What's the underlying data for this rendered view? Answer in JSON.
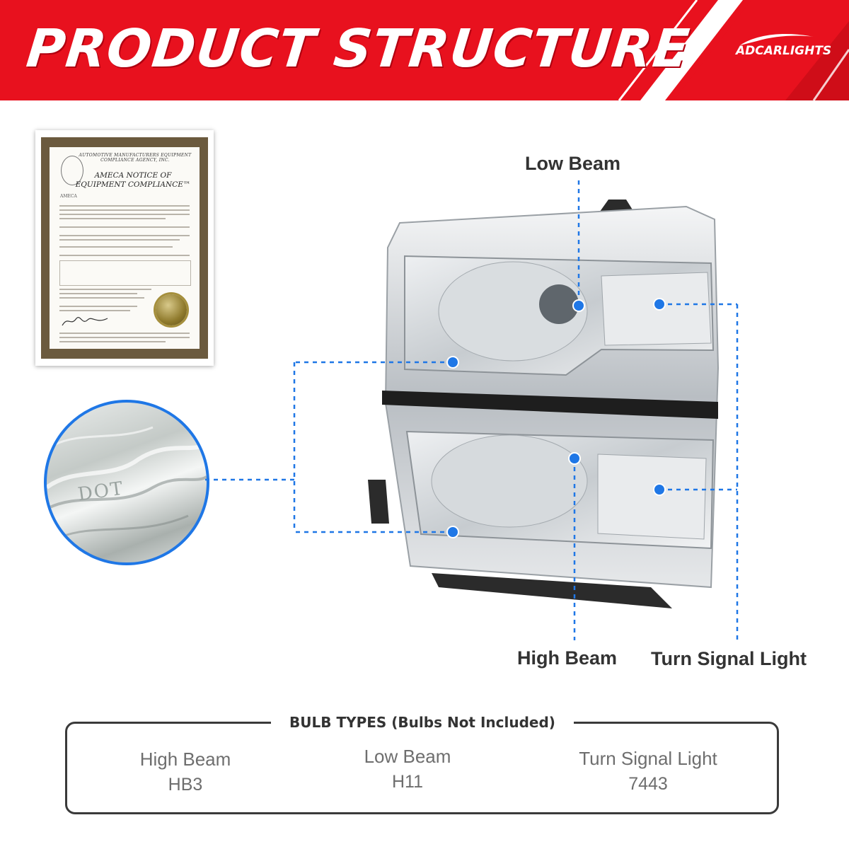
{
  "header": {
    "title": "PRODUCT STRUCTURE",
    "brand": "ADCARLIGHTS",
    "colors": {
      "banner_red": "#e8111e",
      "accent_blue": "#1f77e6"
    }
  },
  "certificate": {
    "organization": "AUTOMOTIVE MANUFACTURERS EQUIPMENT COMPLIANCE AGENCY, INC.",
    "heading_line1": "AMECA NOTICE OF",
    "heading_line2": "EQUIPMENT COMPLIANCE™",
    "logo_label": "AMECA"
  },
  "lens_detail": {
    "marking": "DOT"
  },
  "callouts": {
    "low_beam": "Low Beam",
    "high_beam": "High Beam",
    "turn_signal": "Turn Signal Light"
  },
  "bulb_types": {
    "title": "BULB TYPES (Bulbs Not Included)",
    "items": [
      {
        "name": "High Beam",
        "value": "HB3"
      },
      {
        "name": "Low Beam",
        "value": "H11"
      },
      {
        "name": "Turn Signal Light",
        "value": "7443"
      }
    ]
  }
}
